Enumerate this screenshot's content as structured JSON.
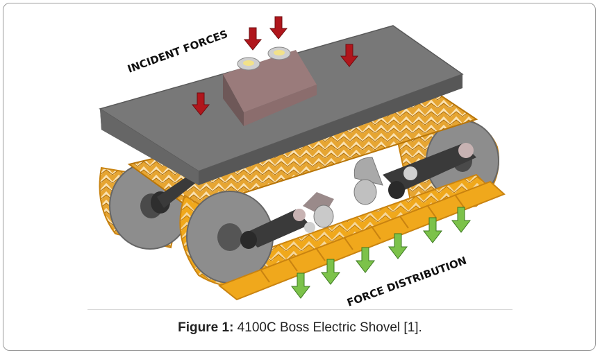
{
  "diagram": {
    "label_incident": "INCIDENT FORCES",
    "label_distribution": "FORCE DISTRIBUTION",
    "colors": {
      "platform_top": "#777777",
      "platform_side": "#5a5a5a",
      "tread": "#f0a81c",
      "tread_dark": "#c98310",
      "tread_light": "#f6d79a",
      "incident_arrow": "#b0161c",
      "distribution_arrow": "#7cc24a",
      "linkage": "#3a3a3a",
      "wheel": "#8d8d8d"
    }
  },
  "caption": {
    "prefix": "Figure 1:",
    "text": " 4100C Boss Electric Shovel [1]."
  }
}
